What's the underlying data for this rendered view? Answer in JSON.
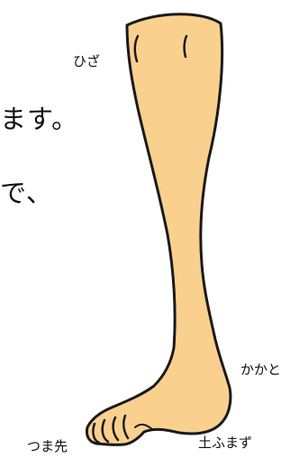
{
  "text": {
    "line1": "ます。",
    "line2": "で、"
  },
  "labels": {
    "knee": "ひざ",
    "heel": "かかと",
    "toe": "つま先",
    "arch": "土ふまず"
  },
  "colors": {
    "skin": "#FAD08F",
    "outline": "#1A1A1A",
    "background": "#FFFFFF"
  },
  "image": {
    "subject": "leg-illustration"
  }
}
